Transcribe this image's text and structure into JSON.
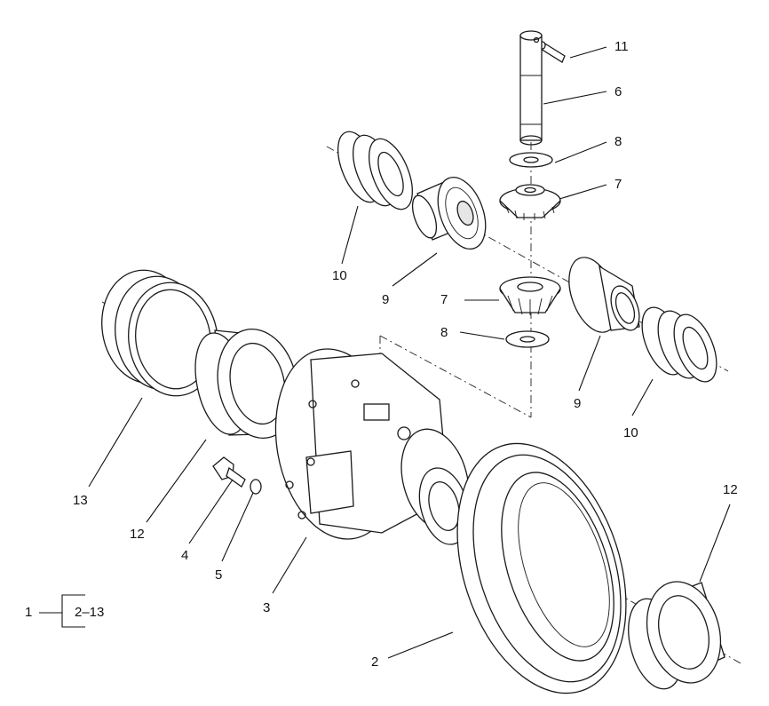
{
  "callouts": [
    {
      "id": "c11",
      "text": "11"
    },
    {
      "id": "c6",
      "text": "6"
    },
    {
      "id": "c8a",
      "text": "8"
    },
    {
      "id": "c7a",
      "text": "7"
    },
    {
      "id": "c10a",
      "text": "10"
    },
    {
      "id": "c9a",
      "text": "9"
    },
    {
      "id": "c7b",
      "text": "7"
    },
    {
      "id": "c8b",
      "text": "8"
    },
    {
      "id": "c9b",
      "text": "9"
    },
    {
      "id": "c10b",
      "text": "10"
    },
    {
      "id": "c13",
      "text": "13"
    },
    {
      "id": "c12a",
      "text": "12"
    },
    {
      "id": "c4",
      "text": "4"
    },
    {
      "id": "c5",
      "text": "5"
    },
    {
      "id": "c3",
      "text": "3"
    },
    {
      "id": "c12b",
      "text": "12"
    },
    {
      "id": "c2",
      "text": "2"
    }
  ],
  "legend": {
    "assembly": "1",
    "range": "2–13"
  }
}
